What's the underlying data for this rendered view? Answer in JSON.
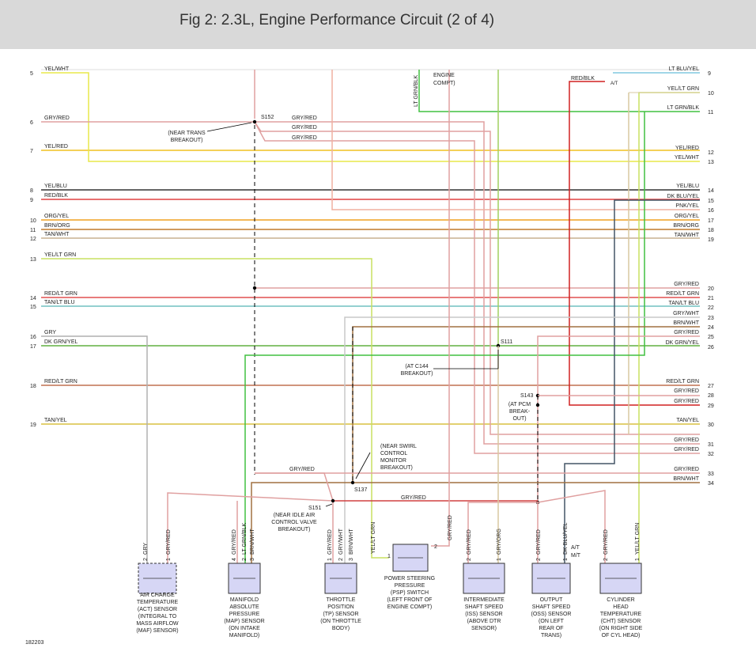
{
  "title": "Fig 2: 2.3L, Engine Performance Circuit (2 of 4)",
  "figure_number": "182203",
  "colors": {
    "header_bg": "#d9d9d9",
    "sensor_fill": "#d6d6f5",
    "sensor_stroke": "#333333",
    "splice_dash": "#000000"
  },
  "left_pins": [
    "5",
    "6",
    "7",
    "8",
    "9",
    "10",
    "11",
    "12",
    "13",
    "14",
    "15",
    "16",
    "17",
    "18",
    "19"
  ],
  "right_pins": [
    "9",
    "10",
    "11",
    "12",
    "13",
    "14",
    "15",
    "16",
    "17",
    "18",
    "19",
    "20",
    "21",
    "22",
    "23",
    "24",
    "25",
    "26",
    "27",
    "28",
    "29",
    "30",
    "31",
    "32",
    "33",
    "34"
  ],
  "wires_left": [
    {
      "pin": "5",
      "label": "YEL/WHT",
      "color": "#e8e84a"
    },
    {
      "pin": "6",
      "label": "GRY/RED",
      "color": "#e0a0a0"
    },
    {
      "pin": "7",
      "label": "YEL/RED",
      "color": "#f0c020"
    },
    {
      "pin": "8",
      "label": "YEL/BLU",
      "color": "#444444"
    },
    {
      "pin": "9",
      "label": "RED/BLK",
      "color": "#e04040"
    },
    {
      "pin": "10",
      "label": "ORG/YEL",
      "color": "#f0a020"
    },
    {
      "pin": "11",
      "label": "BRN/ORG",
      "color": "#c08030"
    },
    {
      "pin": "12",
      "label": "TAN/WHT",
      "color": "#c8b090"
    },
    {
      "pin": "13",
      "label": "YEL/LT GRN",
      "color": "#c8e060"
    },
    {
      "pin": "14",
      "label": "RED/LT GRN",
      "color": "#e06060"
    },
    {
      "pin": "15",
      "label": "TAN/LT BLU",
      "color": "#80c0c0"
    },
    {
      "pin": "16",
      "label": "GRY",
      "color": "#b0b0b0"
    },
    {
      "pin": "17",
      "label": "DK GRN/YEL",
      "color": "#60b040"
    },
    {
      "pin": "18",
      "label": "RED/LT GRN",
      "color": "#c07050"
    },
    {
      "pin": "19",
      "label": "TAN/YEL",
      "color": "#d8c040"
    }
  ],
  "wires_right": [
    {
      "pin": "9",
      "label": "LT BLU/YEL"
    },
    {
      "pin": "10",
      "label": "YEL/LT GRN"
    },
    {
      "pin": "11",
      "label": "LT GRN/BLK"
    },
    {
      "pin": "12",
      "label": "YEL/RED"
    },
    {
      "pin": "13",
      "label": "YEL/WHT"
    },
    {
      "pin": "14",
      "label": "YEL/BLU"
    },
    {
      "pin": "15",
      "label": "DK BLU/YEL"
    },
    {
      "pin": "16",
      "label": "PNK/YEL"
    },
    {
      "pin": "17",
      "label": "ORG/YEL"
    },
    {
      "pin": "18",
      "label": "BRN/ORG"
    },
    {
      "pin": "19",
      "label": "TAN/WHT"
    },
    {
      "pin": "20",
      "label": "GRY/RED"
    },
    {
      "pin": "21",
      "label": "RED/LT GRN"
    },
    {
      "pin": "22",
      "label": "TAN/LT BLU"
    },
    {
      "pin": "23",
      "label": "GRY/WHT"
    },
    {
      "pin": "24",
      "label": "BRN/WHT"
    },
    {
      "pin": "25",
      "label": "GRY/RED"
    },
    {
      "pin": "26",
      "label": "DK GRN/YEL"
    },
    {
      "pin": "27",
      "label": "RED/LT GRN"
    },
    {
      "pin": "28",
      "label": "GRY/RED"
    },
    {
      "pin": "29",
      "label": "GRY/RED"
    },
    {
      "pin": "30",
      "label": "TAN/YEL"
    },
    {
      "pin": "31",
      "label": "GRY/RED"
    },
    {
      "pin": "32",
      "label": "GRY/RED"
    },
    {
      "pin": "33",
      "label": "GRY/RED"
    },
    {
      "pin": "34",
      "label": "BRN/WHT"
    }
  ],
  "inner_labels": {
    "s152_wire1": "GRY/RED",
    "s152_wire2": "GRY/RED",
    "s152_wire3": "GRY/RED",
    "red_blk_top": "RED/BLK",
    "at": "A/T",
    "lt_grn_blk_vert": "LT GRN/BLK",
    "engine_compt": "ENGINE\nCOMPT)",
    "gry_red_mid": "GRY/RED",
    "gry_red_low": "GRY/RED"
  },
  "splices": {
    "s152": "S152",
    "s111": "S111",
    "s143": "S143",
    "s137": "S137",
    "s151": "S151"
  },
  "notes": {
    "near_trans": [
      "(NEAR TRANS",
      "BREAKOUT)"
    ],
    "at_c144": [
      "(AT C144",
      "BREAKOUT)"
    ],
    "at_pcm": [
      "(AT PCM",
      "BREAK-",
      "OUT)"
    ],
    "near_swirl": [
      "(NEAR SWIRL",
      "CONTROL",
      "MONITOR",
      "BREAKOUT)"
    ],
    "near_iac": [
      "(NEAR IDLE AIR",
      "CONTROL VALVE",
      "BREAKOUT)"
    ]
  },
  "sensors": [
    {
      "id": "act",
      "pins": [
        "2",
        "1"
      ],
      "wires": [
        "GRY",
        "GRY/RED"
      ],
      "caption": [
        "AIR CHARGE",
        "TEMPERATURE",
        "(ACT) SENSOR",
        "(INTEGRAL TO",
        "MASS AIRFLOW",
        "(MAF) SENSOR)"
      ]
    },
    {
      "id": "map",
      "pins": [
        "4",
        "2",
        "3"
      ],
      "wires": [
        "GRY/RED",
        "LT GRN/BLK",
        "BRN/WHT"
      ],
      "caption": [
        "MANIFOLD",
        "ABSOLUTE",
        "PRESSURE",
        "(MAP) SENSOR",
        "(ON INTAKE",
        "MANIFOLD)"
      ]
    },
    {
      "id": "tp",
      "pins": [
        "1",
        "2",
        "3"
      ],
      "wires": [
        "GRY/RED",
        "GRY/WHT",
        "BRN/WHT"
      ],
      "caption": [
        "THROTTLE",
        "POSITION",
        "(TP) SENSOR",
        "(ON THROTTLE",
        "BODY)"
      ]
    },
    {
      "id": "psp",
      "pins": [
        "1",
        "2"
      ],
      "wires": [
        "YEL/LT GRN",
        "GRY/RED"
      ],
      "caption": [
        "POWER STEERING",
        "PRESSURE",
        "(PSP) SWITCH",
        "(LEFT FRONT OF",
        "ENGINE COMPT)"
      ]
    },
    {
      "id": "iss",
      "pins": [
        "2",
        "1"
      ],
      "wires": [
        "GRY/RED",
        "GRY/ORG"
      ],
      "caption": [
        "INTERMEDIATE",
        "SHAFT SPEED",
        "(ISS) SENSOR",
        "(ABOVE DTR",
        "SENSOR)"
      ]
    },
    {
      "id": "oss",
      "pins": [
        "2",
        "1"
      ],
      "wires": [
        "GRY/RED",
        "DK BLU/YEL"
      ],
      "extra": [
        "A/T",
        "M/T"
      ],
      "caption": [
        "OUTPUT",
        "SHAFT SPEED",
        "(OSS) SENSOR",
        "(ON LEFT",
        "REAR OF",
        "TRANS)"
      ]
    },
    {
      "id": "cht",
      "pins": [
        "2",
        "1"
      ],
      "wires": [
        "GRY/RED",
        "YEL/LT GRN"
      ],
      "caption": [
        "CYLINDER",
        "HEAD",
        "TEMPERATURE",
        "(CHT) SENSOR",
        "(ON RIGHT SIDE",
        "OF CYL HEAD)"
      ]
    }
  ]
}
